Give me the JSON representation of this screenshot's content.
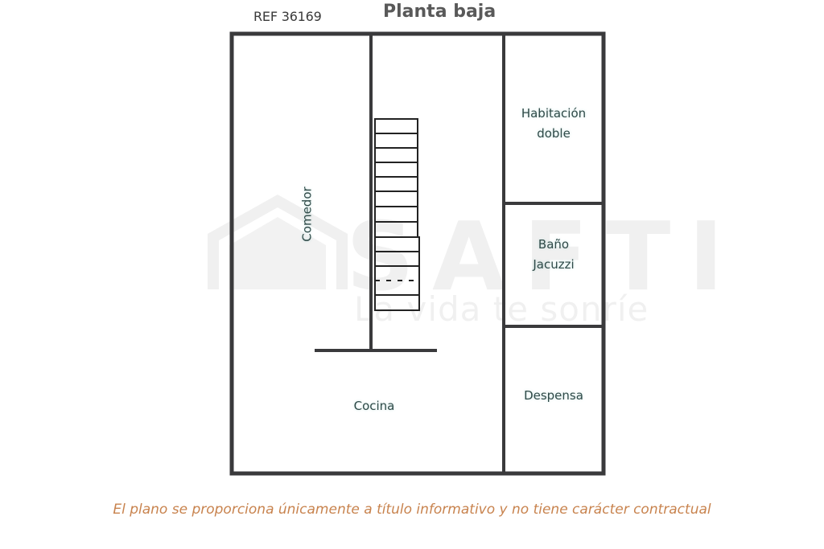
{
  "header": {
    "reference": "REF 36169",
    "title": "Planta baja"
  },
  "rooms": [
    {
      "id": "comedor",
      "label": "Comedor",
      "orientation": "vertical"
    },
    {
      "id": "cocina",
      "label": "Cocina"
    },
    {
      "id": "habitacion",
      "label_line1": "Habitación",
      "label_line2": "doble"
    },
    {
      "id": "bano",
      "label_line1": "Baño",
      "label_line2": "Jacuzzi"
    },
    {
      "id": "despensa",
      "label": "Despensa"
    }
  ],
  "stairs": {
    "steps": 13
  },
  "watermark": {
    "brand": "SAFTI",
    "slogan": "La vida te sonríe"
  },
  "footer": {
    "disclaimer": "El plano se proporciona únicamente a título informativo y no tiene carácter contractual"
  },
  "colors": {
    "wall": "#3a3a3c",
    "room_label": "#2f4a48",
    "title": "#595959",
    "disclaimer": "#c8834e"
  }
}
